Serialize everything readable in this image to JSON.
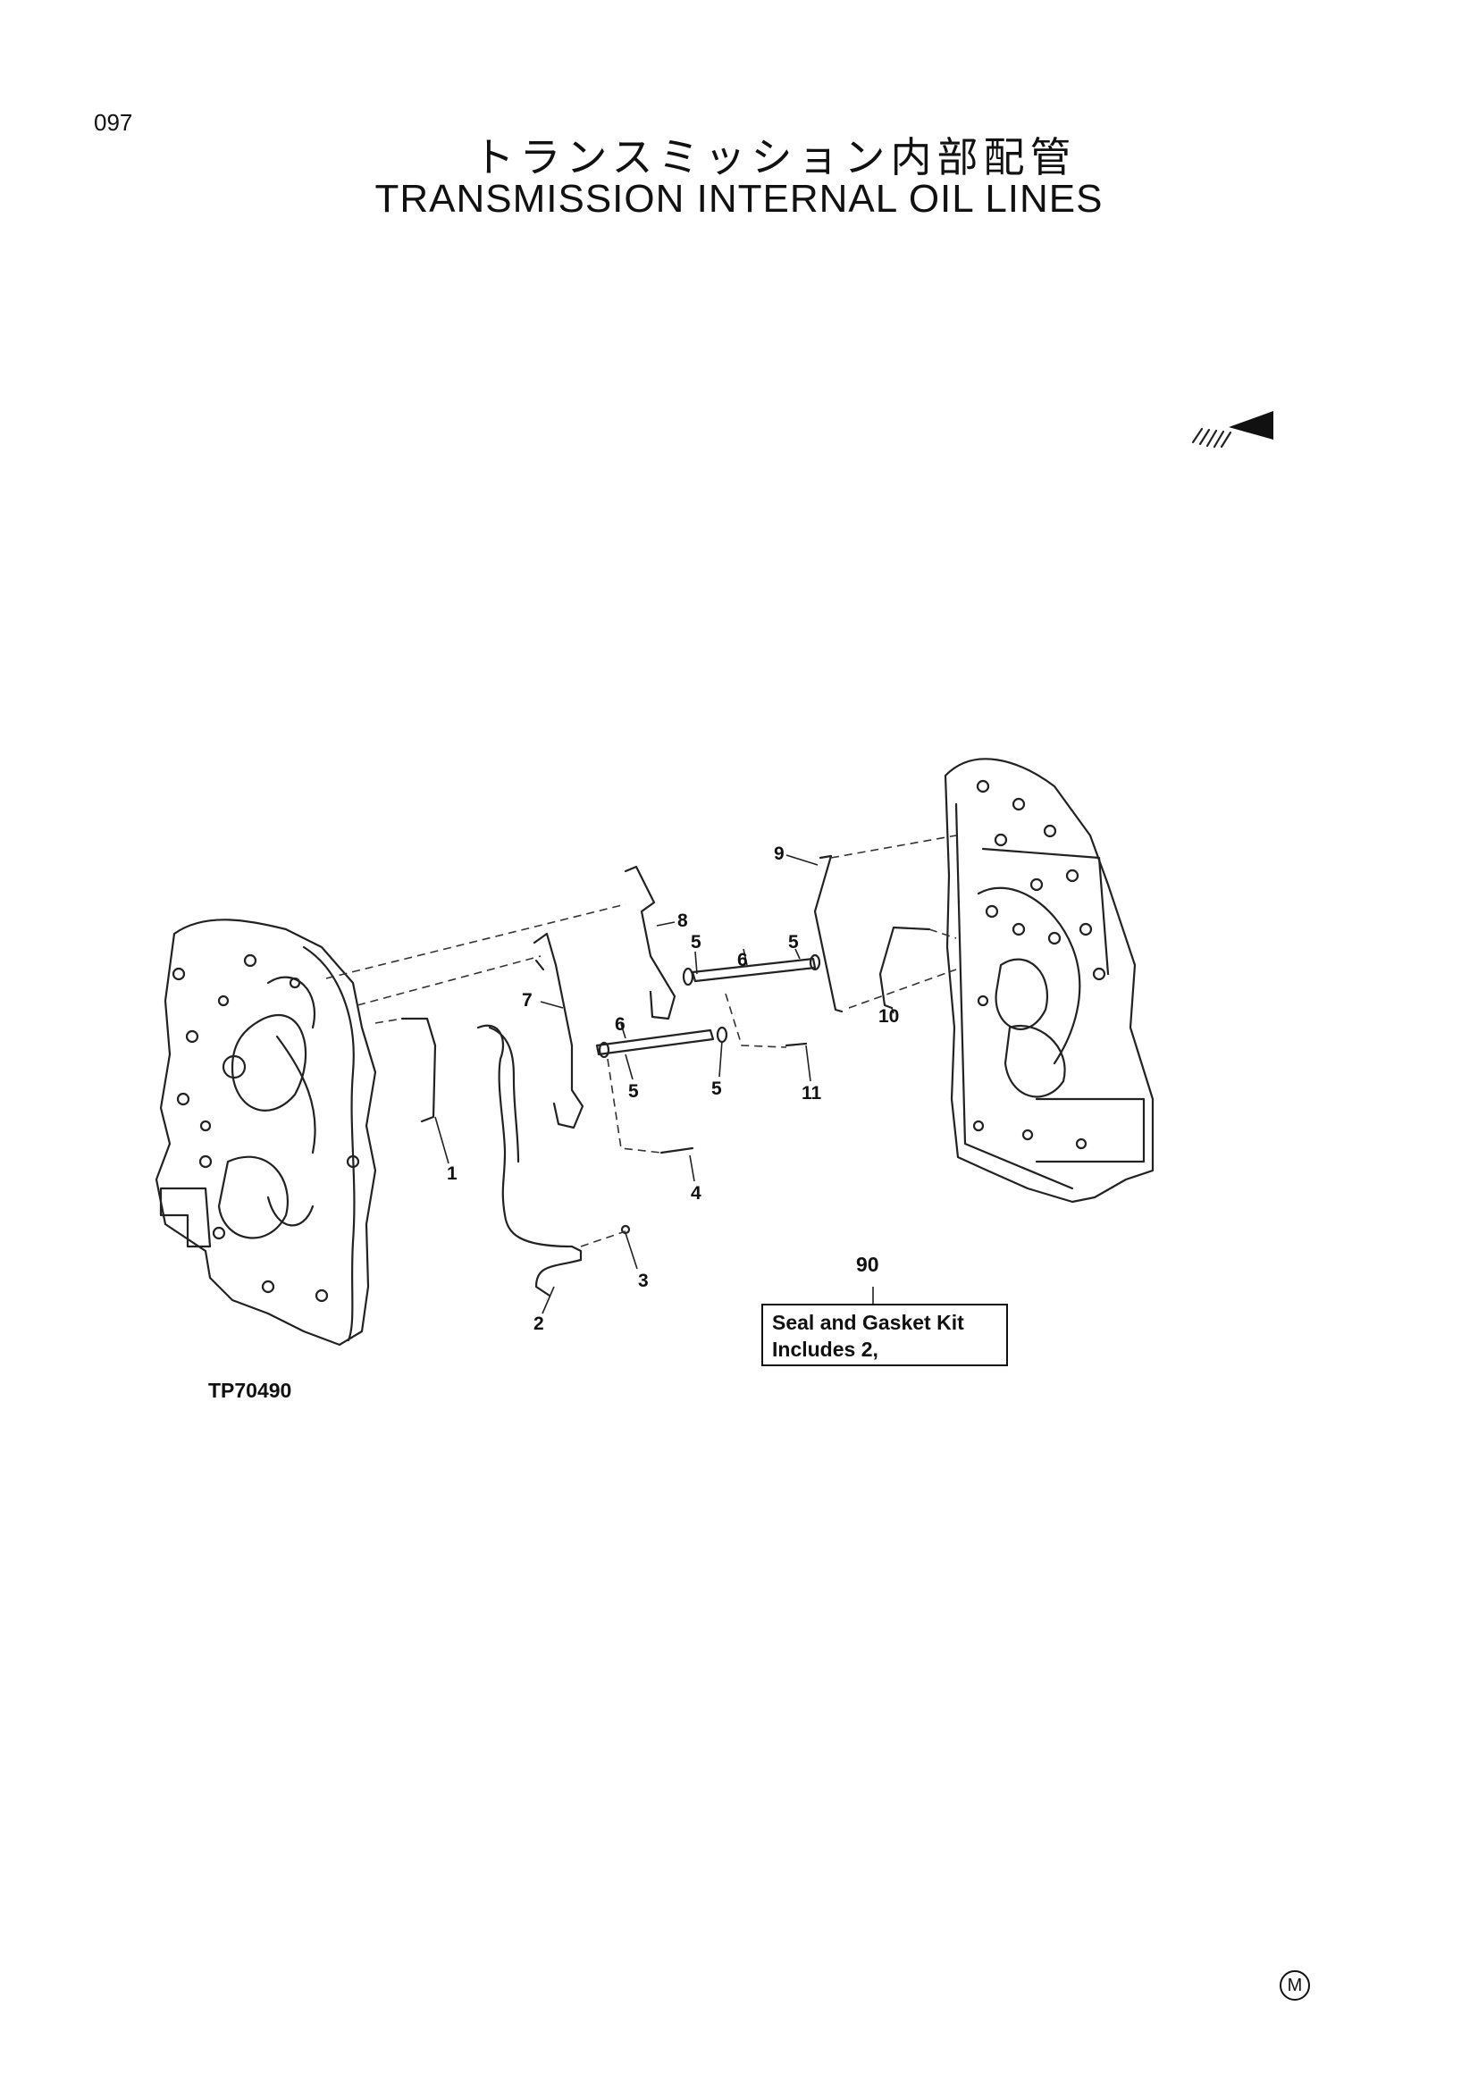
{
  "page": {
    "number": "097",
    "title_ja": "トランスミッション内部配管",
    "title_en": "TRANSMISSION INTERNAL OIL LINES",
    "figure_id": "TP70490",
    "corner_mark": "M"
  },
  "callouts": {
    "c1": "1",
    "c2": "2",
    "c3": "3",
    "c4": "4",
    "c5a": "5",
    "c5b": "5",
    "c5c": "5",
    "c5d": "5",
    "c6a": "6",
    "c6b": "6",
    "c7": "7",
    "c8": "8",
    "c9": "9",
    "c10": "10",
    "c11": "11"
  },
  "kit": {
    "number": "90",
    "line1": "Seal and Gasket Kit",
    "line2": "Includes 2,"
  }
}
